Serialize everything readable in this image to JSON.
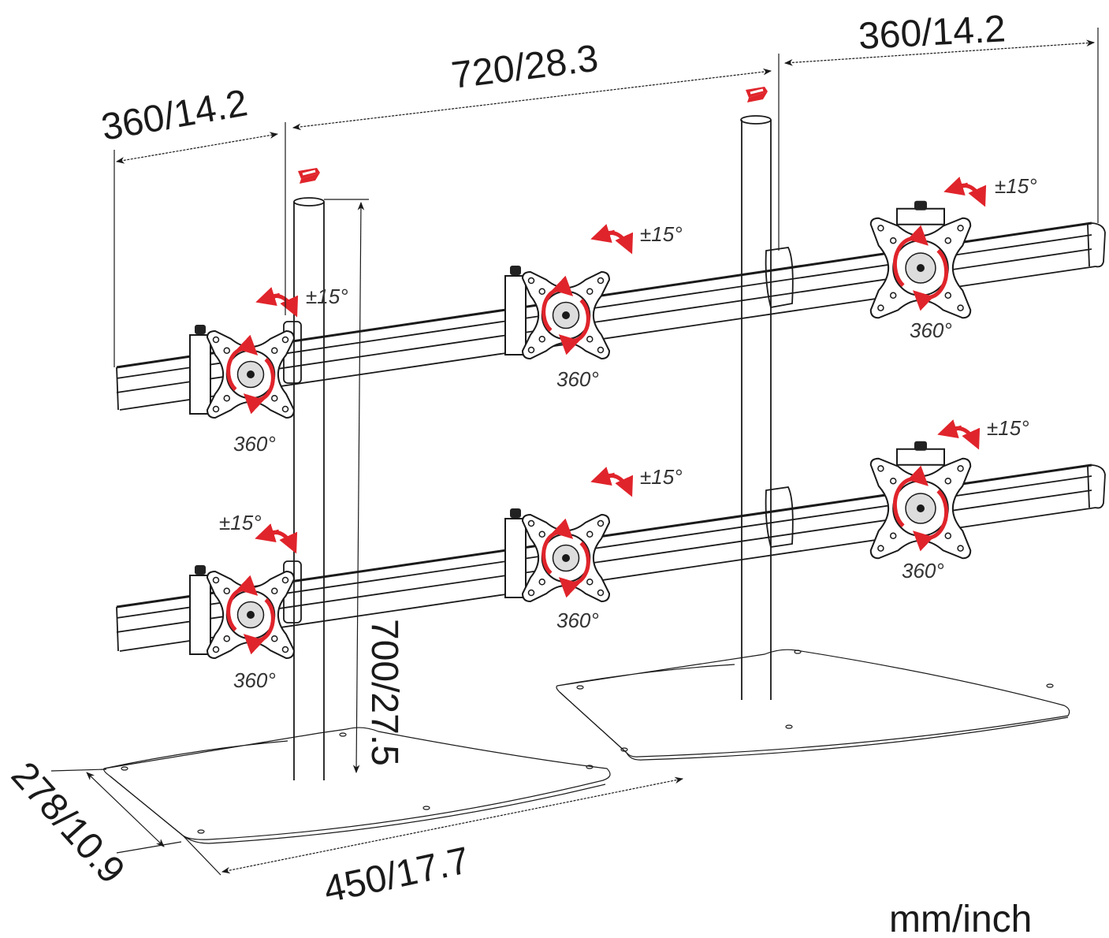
{
  "diagram": {
    "title": "Triple-over-triple monitor stand dimensions",
    "unit_label": "mm/inch",
    "colors": {
      "line": "#1a1a1a",
      "accent_red": "#e0242b",
      "text": "#1a1a1a",
      "degree_text": "#333333",
      "background": "#ffffff"
    },
    "dimensions": {
      "left_arm_width": "360/14.2",
      "pole_spacing": "720/28.3",
      "right_arm_width": "360/14.2",
      "pole_height": "700/27.5",
      "base_depth": "278/10.9",
      "base_width": "450/17.7"
    },
    "pole_rotation_icons": [
      {
        "name": "left-pole-swivel-icon"
      },
      {
        "name": "right-pole-swivel-icon"
      }
    ],
    "mounts": [
      {
        "position": "top-left",
        "tilt": "±15°",
        "rotation": "360°"
      },
      {
        "position": "top-center",
        "tilt": "±15°",
        "rotation": "360°"
      },
      {
        "position": "top-right",
        "tilt": "±15°",
        "rotation": "360°"
      },
      {
        "position": "bottom-left",
        "tilt": "±15°",
        "rotation": "360°"
      },
      {
        "position": "bottom-center",
        "tilt": "±15°",
        "rotation": "360°"
      },
      {
        "position": "bottom-right",
        "tilt": "±15°",
        "rotation": "360°"
      }
    ]
  }
}
